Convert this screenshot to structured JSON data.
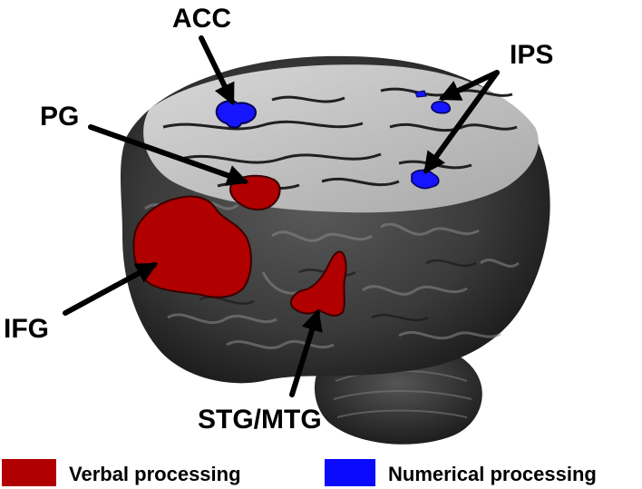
{
  "labels": {
    "acc": "ACC",
    "ips": "IPS",
    "pg": "PG",
    "ifg": "IFG",
    "stg_mtg": "STG/MTG"
  },
  "legend": {
    "verbal": {
      "label": "Verbal processing",
      "color": "#b00000"
    },
    "numerical": {
      "label": "Numerical processing",
      "color": "#0a0aff"
    }
  },
  "colors": {
    "verbal_region": "#b00000",
    "numerical_region": "#1515ff",
    "arrow": "#000000"
  }
}
